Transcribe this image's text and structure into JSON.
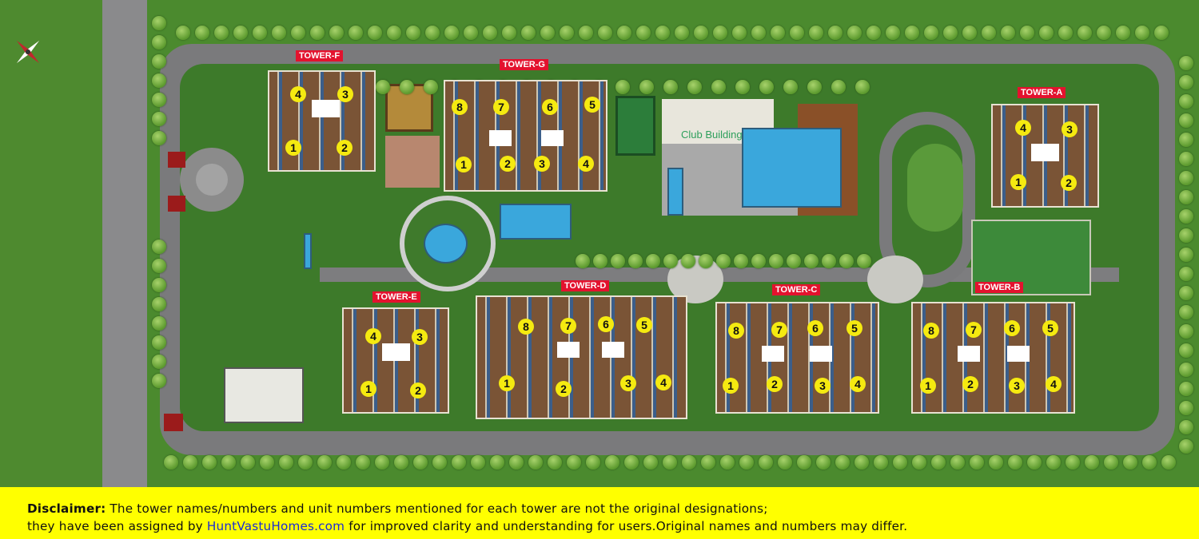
{
  "compass": {
    "icon": "compass-rose-icon"
  },
  "amenities": {
    "club_building": "Club Building"
  },
  "towers": [
    {
      "id": "F",
      "label": "TOWER-F",
      "units": [
        "4",
        "3",
        "1",
        "2"
      ]
    },
    {
      "id": "G",
      "label": "TOWER-G",
      "units": [
        "8",
        "7",
        "6",
        "5",
        "1",
        "2",
        "3",
        "4"
      ]
    },
    {
      "id": "A",
      "label": "TOWER-A",
      "units": [
        "4",
        "3",
        "1",
        "2"
      ]
    },
    {
      "id": "E",
      "label": "TOWER-E",
      "units": [
        "4",
        "3",
        "1",
        "2"
      ]
    },
    {
      "id": "D",
      "label": "TOWER-D",
      "units": [
        "8",
        "7",
        "6",
        "5",
        "1",
        "2",
        "3",
        "4"
      ]
    },
    {
      "id": "C",
      "label": "TOWER-C",
      "units": [
        "8",
        "7",
        "6",
        "5",
        "1",
        "2",
        "3",
        "4"
      ]
    },
    {
      "id": "B",
      "label": "TOWER-B",
      "units": [
        "8",
        "7",
        "6",
        "5",
        "1",
        "2",
        "3",
        "4"
      ]
    }
  ],
  "disclaimer": {
    "heading": "Disclaimer:",
    "line1": " The tower names/numbers and unit numbers mentioned for each tower are not the original designations;",
    "line2_pre": "they have been assigned by ",
    "link": "HuntVastuHomes.com",
    "line2_post": " for improved clarity and understanding for users.Original names and numbers may differ."
  },
  "colors": {
    "label_bg": "#e3122e",
    "unit_marker": "#f5ea10",
    "disclaimer_bg": "#ffff00",
    "link": "#1a2bd6"
  }
}
